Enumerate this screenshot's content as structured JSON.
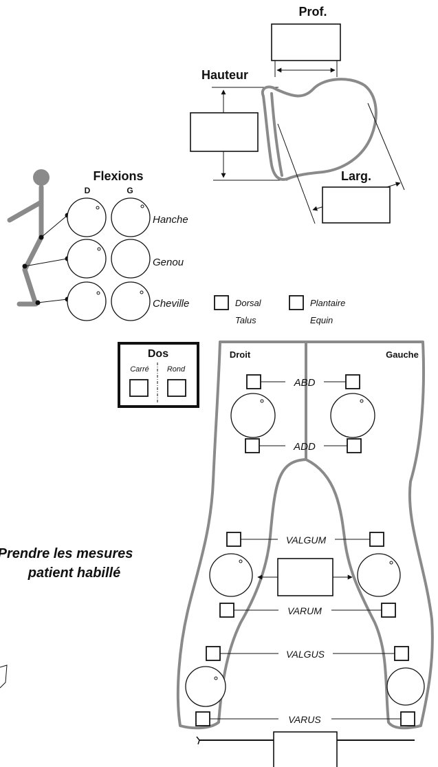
{
  "top": {
    "depth_label": "Prof.",
    "height_label": "Hauteur",
    "width_label": "Larg."
  },
  "flexions": {
    "title": "Flexions",
    "right_col": "D",
    "left_col": "G",
    "rows": [
      "Hanche",
      "Genou",
      "Cheville"
    ]
  },
  "ankle_options": {
    "dorsal_line1": "Dorsal",
    "dorsal_line2": "Talus",
    "plantar_line1": "Plantaire",
    "plantar_line2": "Equin"
  },
  "back": {
    "title": "Dos",
    "square": "Carré",
    "round": "Rond"
  },
  "legs": {
    "right": "Droit",
    "left": "Gauche",
    "abd": "ABD",
    "add": "ADD",
    "valgum": "VALGUM",
    "varum": "VARUM",
    "valgus": "VALGUS",
    "varus": "VARUS"
  },
  "note": {
    "line1": "Prendre les mesures",
    "line2": "patient habillé"
  },
  "colors": {
    "outline_gray": "#8a8a8a",
    "ink": "#111111"
  }
}
